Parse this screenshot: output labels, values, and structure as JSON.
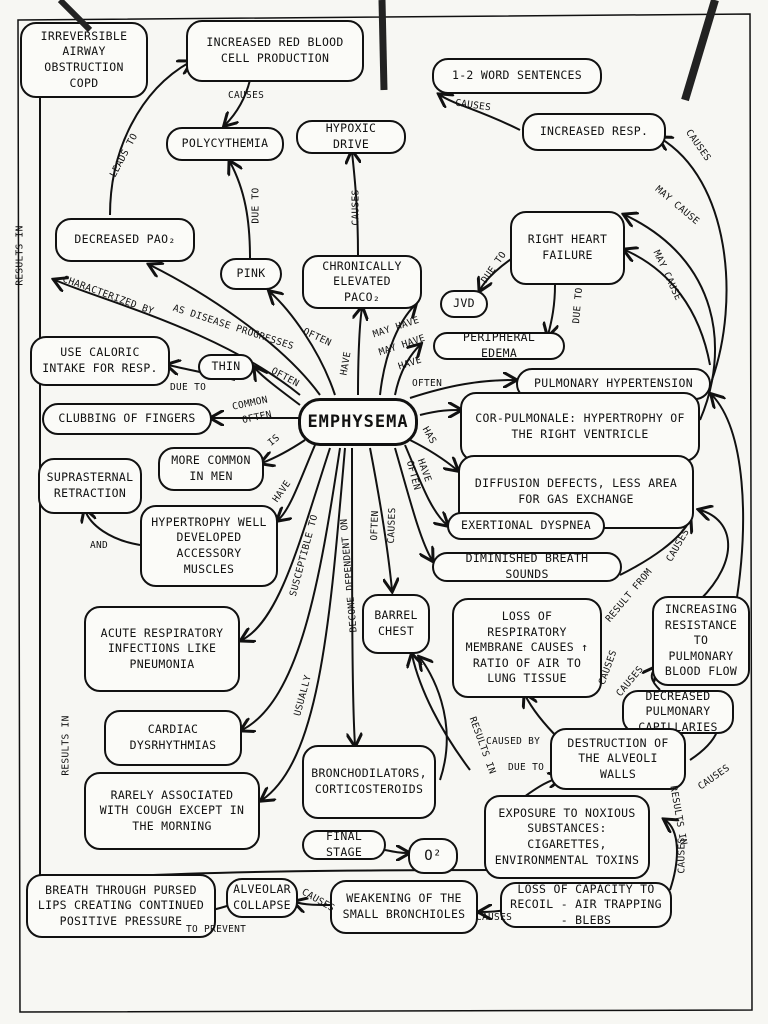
{
  "boxes": {
    "irreversible": "IRREVERSIBLE AIRWAY OBSTRUCTION COPD",
    "rbc_production": "INCREASED RED BLOOD CELL PRODUCTION",
    "one_two_word": "1-2 WORD SENTENCES",
    "increased_resp": "INCREASED RESP.",
    "polycythemia": "POLYCYTHEMIA",
    "hypoxic_drive": "HYPOXIC DRIVE",
    "decreased_pao2": "DECREASED PaO₂",
    "right_heart_failure": "RIGHT HEART FAILURE",
    "pink": "PINK",
    "elevated_paco2": "CHRONICALLY ELEVATED PaCO₂",
    "jvd": "JVD",
    "peripheral_edema": "PERIPHERAL EDEMA",
    "caloric_intake": "USE CALORIC INTAKE FOR RESP.",
    "thin": "THIN",
    "pulmonary_hypertension": "PULMONARY HYPERTENSION",
    "clubbing": "CLUBBING OF FINGERS",
    "emphysema": "EMPHYSEMA",
    "cor_pulmonale": "COR-PULMONALE: HYPERTROPHY OF THE RIGHT VENTRICLE",
    "more_common_men": "MORE COMMON IN MEN",
    "suprasternal": "SUPRASTERNAL RETRACTION",
    "diffusion_defects": "DIFFUSION DEFECTS, LESS AREA FOR GAS EXCHANGE",
    "hypertrophy_muscles": "HYPERTROPHY WELL DEVELOPED ACCESSORY MUSCLES",
    "exertional_dyspnea": "EXERTIONAL DYSPNEA",
    "diminished_breath": "DIMINISHED BREATH SOUNDS",
    "barrel_chest": "BARREL CHEST",
    "loss_membrane": "LOSS OF RESPIRATORY MEMBRANE CAUSES ↑ RATIO OF AIR TO LUNG TISSUE",
    "increasing_resistance": "INCREASING RESISTANCE TO PULMONARY BLOOD FLOW",
    "acute_infections": "ACUTE RESPIRATORY INFECTIONS LIKE PNEUMONIA",
    "decreased_capillaries": "DECREASED PULMONARY CAPILLARIES",
    "cardiac_dysrhythmias": "CARDIAC DYSRHYTHMIAS",
    "destruction_alveoli": "DESTRUCTION OF THE ALVEOLI WALLS",
    "rarely_cough": "RARELY ASSOCIATED WITH COUGH EXCEPT IN THE MORNING",
    "bronchodilators": "BRONCHODILATORS, CORTICOSTEROIDS",
    "exposure": "EXPOSURE TO NOXIOUS SUBSTANCES: CIGARETTES, ENVIRONMENTAL TOXINS",
    "final_stage": "FINAL STAGE",
    "o2": "O²",
    "pursed_lips": "BREATH THROUGH PURSED LIPS CREATING CONTINUED POSITIVE PRESSURE",
    "alveolar_collapse": "ALVEOLAR COLLAPSE",
    "weakening_bronchioles": "WEAKENING OF THE SMALL BRONCHIOLES",
    "loss_recoil": "LOSS OF CAPACITY TO RECOIL - AIR TRAPPING - BLEBS"
  },
  "labels": {
    "leads_to": "LEADS TO",
    "causes": "CAUSES",
    "due_to": "DUE TO",
    "results_in": "RESULTS IN",
    "characterized_by": "CHARACTERIZED BY",
    "as_disease_progresses": "AS DISEASE PROGRESSES",
    "often": "OFTEN",
    "have": "HAVE",
    "may_have": "MAY HAVE",
    "may_cause": "MAY CAUSE",
    "common": "COMMON",
    "is": "IS",
    "has": "HAS",
    "and": "AND",
    "susceptible_to": "SUSCEPTIBLE TO",
    "usually": "USUALLY",
    "become_dependent_on": "BECOME DEPENDENT ON",
    "result_from": "RESULT FROM",
    "caused_by": "CAUSED BY",
    "to_prevent": "TO PREVENT"
  }
}
